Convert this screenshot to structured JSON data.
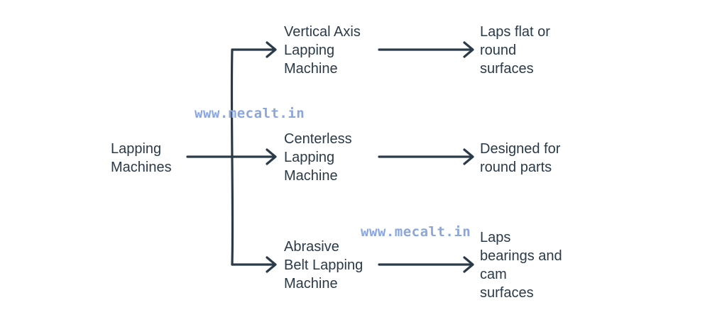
{
  "diagram": {
    "root": "Lapping\nMachines",
    "branches": [
      {
        "name": "Vertical Axis\nLapping\nMachine",
        "detail": "Laps flat or\nround\nsurfaces"
      },
      {
        "name": "Centerless\nLapping\nMachine",
        "detail": "Designed for\nround parts"
      },
      {
        "name": "Abrasive\nBelt Lapping\nMachine",
        "detail": "Laps\nbearings and\ncam\nsurfaces"
      }
    ]
  },
  "watermark": {
    "text": "www.mecalt.in",
    "color": "#8aa6dc"
  },
  "colors": {
    "line": "#2b3a48",
    "text": "#2b3a48"
  }
}
